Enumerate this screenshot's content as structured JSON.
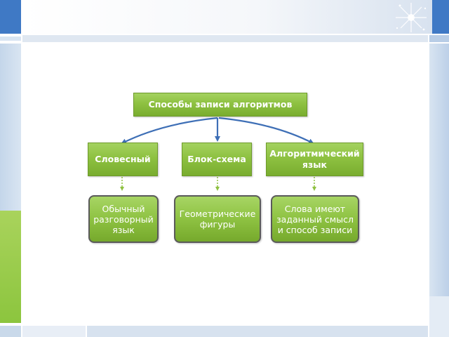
{
  "diagram": {
    "root": "Способы записи алгоритмов",
    "categories": [
      {
        "label": "Словесный",
        "detail": "Обычный разговорный язык"
      },
      {
        "label": "Блок-схема",
        "detail": "Геометрические фигуры"
      },
      {
        "label": "Алгоритмический язык",
        "detail": "Слова имеют заданный смысл и способ записи"
      }
    ]
  },
  "colors": {
    "box_green": "#8ec141",
    "arrow_blue": "#3e6fb6",
    "frame_blue": "#bcd3ee"
  }
}
